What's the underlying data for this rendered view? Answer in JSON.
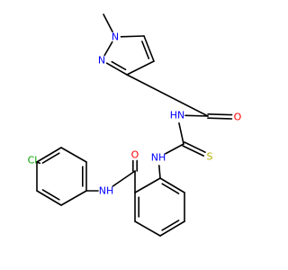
{
  "colors": {
    "bond": "#000000",
    "N": "#0000ff",
    "O": "#ff0000",
    "S": "#b2b200",
    "Cl": "#00a000",
    "C": "#000000"
  },
  "atoms": {
    "methyl_C": {
      "symbol": "C",
      "label": ""
    },
    "pz_N1": {
      "symbol": "N",
      "label": "N"
    },
    "pz_N2": {
      "symbol": "N",
      "label": "N"
    },
    "pz_C3": {
      "symbol": "C",
      "label": ""
    },
    "pz_C4": {
      "symbol": "C",
      "label": ""
    },
    "pz_C5": {
      "symbol": "C",
      "label": ""
    },
    "amide1_C": {
      "symbol": "C",
      "label": ""
    },
    "amide1_O": {
      "symbol": "O",
      "label": "O"
    },
    "amide1_N": {
      "symbol": "N",
      "label": "HN"
    },
    "thio_C": {
      "symbol": "C",
      "label": ""
    },
    "thio_S": {
      "symbol": "S",
      "label": "S"
    },
    "thio_N": {
      "symbol": "N",
      "label": "NH"
    },
    "bz_C1": {
      "symbol": "C",
      "label": ""
    },
    "bz_C2": {
      "symbol": "C",
      "label": ""
    },
    "bz_C3": {
      "symbol": "C",
      "label": ""
    },
    "bz_C4": {
      "symbol": "C",
      "label": ""
    },
    "bz_C5": {
      "symbol": "C",
      "label": ""
    },
    "bz_C6": {
      "symbol": "C",
      "label": ""
    },
    "amide2_C": {
      "symbol": "C",
      "label": ""
    },
    "amide2_O": {
      "symbol": "O",
      "label": "O"
    },
    "amide2_N": {
      "symbol": "N",
      "label": "NH"
    },
    "cp_C1": {
      "symbol": "C",
      "label": ""
    },
    "cp_C2": {
      "symbol": "C",
      "label": ""
    },
    "cp_C3": {
      "symbol": "C",
      "label": ""
    },
    "cp_C4": {
      "symbol": "C",
      "label": ""
    },
    "cp_C5": {
      "symbol": "C",
      "label": ""
    },
    "cp_C6": {
      "symbol": "C",
      "label": ""
    },
    "Cl": {
      "symbol": "Cl",
      "label": "Cl"
    }
  },
  "bonds": [
    {
      "a": "methyl_C",
      "b": "pz_N1",
      "order": 1
    },
    {
      "a": "pz_N1",
      "b": "pz_N2",
      "order": 1
    },
    {
      "a": "pz_N2",
      "b": "pz_C3",
      "order": 2
    },
    {
      "a": "pz_C3",
      "b": "pz_C4",
      "order": 1
    },
    {
      "a": "pz_C4",
      "b": "pz_C5",
      "order": 2
    },
    {
      "a": "pz_C5",
      "b": "pz_N1",
      "order": 1
    },
    {
      "a": "pz_C3",
      "b": "amide1_C",
      "order": 1
    },
    {
      "a": "amide1_C",
      "b": "amide1_O",
      "order": 2
    },
    {
      "a": "amide1_C",
      "b": "amide1_N",
      "order": 1
    },
    {
      "a": "amide1_N",
      "b": "thio_C",
      "order": 1
    },
    {
      "a": "thio_C",
      "b": "thio_S",
      "order": 2
    },
    {
      "a": "thio_C",
      "b": "thio_N",
      "order": 1
    },
    {
      "a": "thio_N",
      "b": "bz_C1",
      "order": 1
    },
    {
      "a": "bz_C1",
      "b": "bz_C2",
      "order": 2
    },
    {
      "a": "bz_C2",
      "b": "bz_C3",
      "order": 1
    },
    {
      "a": "bz_C3",
      "b": "bz_C4",
      "order": 2
    },
    {
      "a": "bz_C4",
      "b": "bz_C5",
      "order": 1
    },
    {
      "a": "bz_C5",
      "b": "bz_C6",
      "order": 2
    },
    {
      "a": "bz_C6",
      "b": "bz_C1",
      "order": 1
    },
    {
      "a": "bz_C6",
      "b": "amide2_C",
      "order": 1
    },
    {
      "a": "amide2_C",
      "b": "amide2_O",
      "order": 2
    },
    {
      "a": "amide2_C",
      "b": "amide2_N",
      "order": 1
    },
    {
      "a": "amide2_N",
      "b": "cp_C1",
      "order": 1
    },
    {
      "a": "cp_C1",
      "b": "cp_C2",
      "order": 2
    },
    {
      "a": "cp_C2",
      "b": "cp_C3",
      "order": 1
    },
    {
      "a": "cp_C3",
      "b": "cp_C4",
      "order": 2
    },
    {
      "a": "cp_C4",
      "b": "cp_C5",
      "order": 1
    },
    {
      "a": "cp_C5",
      "b": "cp_C6",
      "order": 2
    },
    {
      "a": "cp_C6",
      "b": "cp_C1",
      "order": 1
    },
    {
      "a": "cp_C4",
      "b": "Cl",
      "order": 1
    }
  ]
}
